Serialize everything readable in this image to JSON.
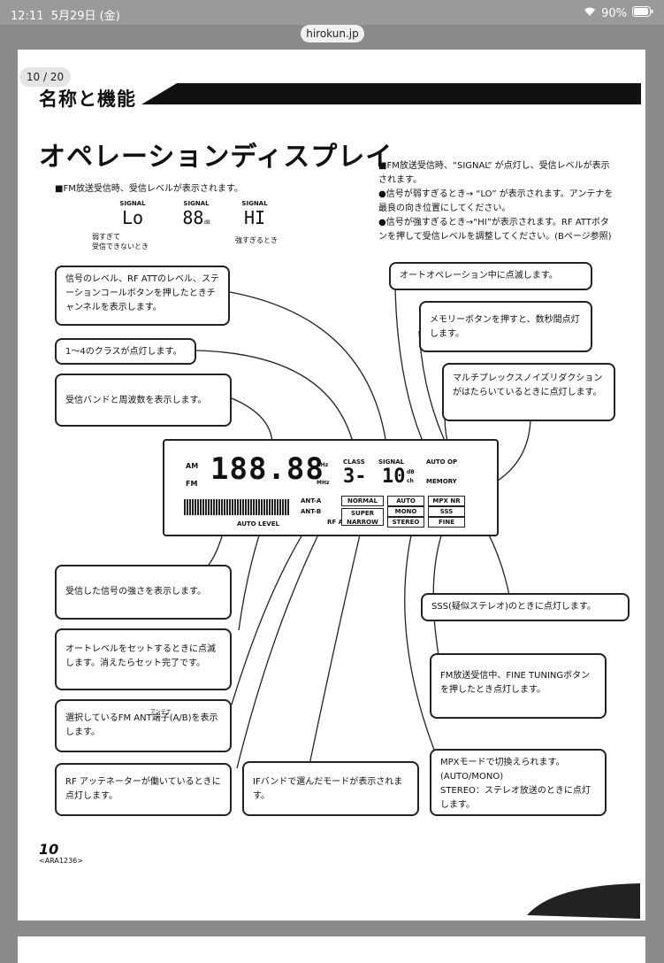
{
  "status_bar": {
    "time": "12:11",
    "date": "5月29日 (金)",
    "battery": "90%"
  },
  "browser": {
    "url": "hirokun.jp",
    "page_counter": "10 / 20"
  },
  "document": {
    "section_title": "名称と機能",
    "main_title": "オペレーションディスプレイ",
    "fm_signal_heading": "■FM放送受信時、受信レベルが表示されます。",
    "signal_examples": [
      {
        "label": "SIGNAL",
        "display": "Lo",
        "caption": "弱すぎて\n受信できないとき"
      },
      {
        "label": "SIGNAL",
        "display": "88",
        "unit": "dB",
        "caption": ""
      },
      {
        "label": "SIGNAL",
        "display": "HI",
        "caption": "強すぎるとき"
      }
    ],
    "right_notes": [
      "■FM放送受信時、“SIGNAL” が点灯し、受信レベルが表示されます。",
      "●信号が弱すぎるとき→ “LO” が表示されます。アンテナを最良の向き位置にしてください。",
      "●信号が強すぎるとき→“HI”が表示されます。RF ATTボタンを押して受信レベルを調整してください。(Bページ参照)"
    ],
    "callouts": {
      "signal_level": "信号のレベル、RF ATTのレベル、ステーションコールボタンを押したときチャンネルを表示します。",
      "class": "1～4のクラスが点灯します。",
      "band_freq": "受信バンドと周波数を表示します。",
      "auto_op": "オートオペレーション中に点滅します。",
      "memory": "メモリーボタンを押すと、数秒間点灯します。",
      "mpx_nr": "マルチプレックスノイズリダクションがはたらいているときに点灯します。",
      "signal_strength": "受信した信号の強さを表示します。",
      "auto_level": "オートレベルをセットするときに点滅します。消えたらセット完了です。",
      "ant": "選択しているFM ANT端子(A/B)を表示します。",
      "ant_ruby": "アンテナ",
      "rf_att": "RF アッテネーターが働いているときに点灯します。",
      "if_band": "IFバンドで選んだモードが表示されます。",
      "sss": "SSS(疑似ステレオ)のときに点灯します。",
      "fine": "FM放送受信中、FINE TUNINGボタンを押したとき点灯します。",
      "mpx_mode": "MPXモードで切換えられます。(AUTO/MONO)\nSTEREO：ステレオ放送のときに点灯します。"
    },
    "lcd": {
      "am": "AM",
      "fm": "FM",
      "freq": "188.88",
      "khz": "KHz",
      "mhz": "MHz",
      "class_label": "CLASS",
      "class_value": "3-",
      "signal_label": "SIGNAL",
      "signal_value": "10",
      "db": "dB",
      "ch": "ch",
      "auto_op": "AUTO OP",
      "memory": "MEMORY",
      "ant_a": "ANT-A",
      "ant_b": "ANT-B",
      "rf_att": "RF ATT",
      "auto_level": "AUTO LEVEL",
      "normal": "NORMAL",
      "super_narrow": "SUPER NARROW",
      "auto": "AUTO",
      "mono": "MONO",
      "stereo": "STEREO",
      "mpx_nr": "MPX NR",
      "sss": "SSS",
      "fine": "FINE"
    },
    "page_number": "10",
    "doc_code": "<ARA1236>"
  }
}
